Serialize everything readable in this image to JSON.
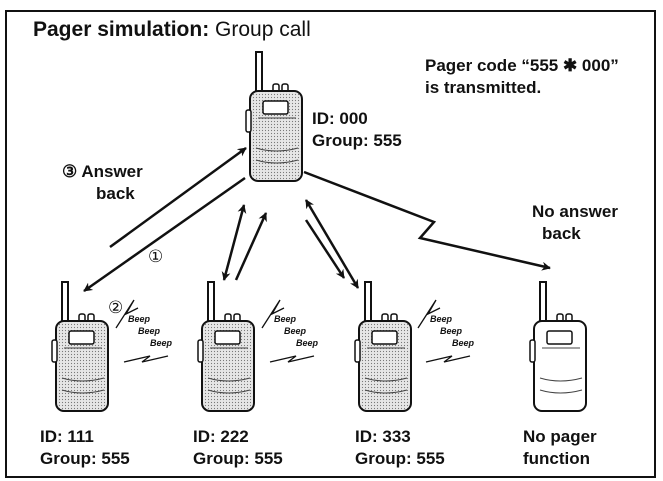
{
  "title": {
    "bold": "Pager simulation:",
    "normal": "Group call"
  },
  "note": {
    "line1": "Pager code “555 ✱ 000”",
    "line2": "is transmitted."
  },
  "master": {
    "id": "ID: 000",
    "group": "Group: 555"
  },
  "answer_back": {
    "num": "③",
    "line1": "Answer",
    "line2": "back"
  },
  "step1": "①",
  "step2": "②",
  "no_answer": {
    "line1": "No answer",
    "line2": "back"
  },
  "beep": "Beep",
  "radios": [
    {
      "id": "ID: 111",
      "group": "Group: 555"
    },
    {
      "id": "ID: 222",
      "group": "Group: 555"
    },
    {
      "id": "ID: 333",
      "group": "Group: 555"
    },
    {
      "id": "No pager",
      "group": "function"
    }
  ]
}
